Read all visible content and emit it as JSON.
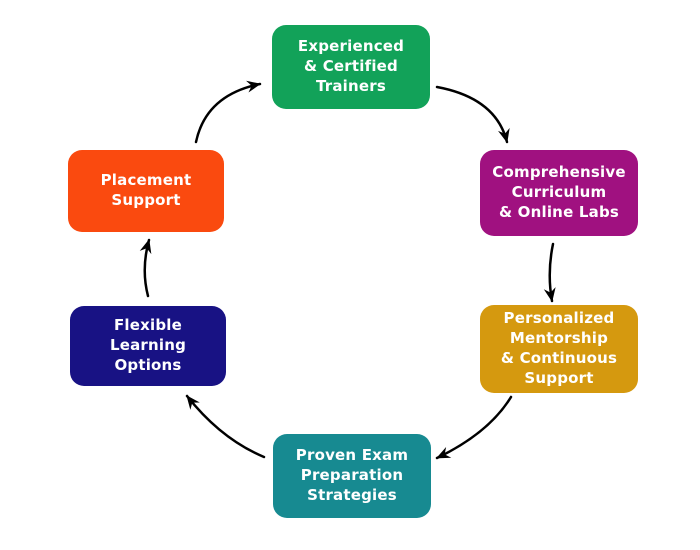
{
  "diagram": {
    "type": "circular-process",
    "background": "#FFFFFF",
    "arrow_color": "#000000",
    "text_color": "#FFFFFF",
    "steps": [
      {
        "id": "trainers",
        "label": "Experienced\n& Certified\nTrainers",
        "color": "#12A259"
      },
      {
        "id": "curriculum",
        "label": "Comprehensive\nCurriculum\n& Online Labs",
        "color": "#A01180"
      },
      {
        "id": "mentorship",
        "label": "Personalized\nMentorship\n& Continuous\nSupport",
        "color": "#D5990F"
      },
      {
        "id": "exam",
        "label": "Proven Exam\nPreparation\nStrategies",
        "color": "#178A91"
      },
      {
        "id": "flexible",
        "label": "Flexible\nLearning\nOptions",
        "color": "#181284"
      },
      {
        "id": "placement",
        "label": "Placement\nSupport",
        "color": "#FA4A0F"
      }
    ],
    "flow_order": [
      "trainers",
      "curriculum",
      "mentorship",
      "exam",
      "flexible",
      "placement"
    ]
  }
}
